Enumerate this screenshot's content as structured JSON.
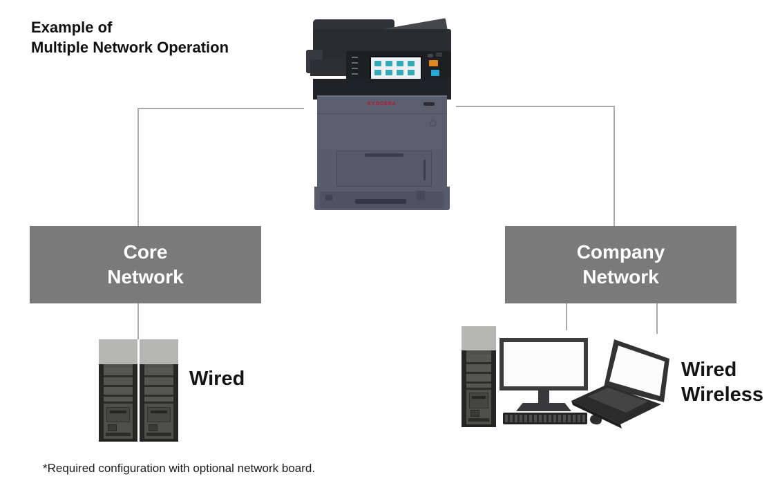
{
  "title": {
    "line1": "Example of",
    "line2": "Multiple Network Operation"
  },
  "printer": {
    "brand": "KYOCERA"
  },
  "core_network": {
    "line1": "Core",
    "line2": "Network"
  },
  "company_network": {
    "line1": "Company",
    "line2": "Network"
  },
  "left_label": "Wired",
  "right_labels": {
    "line1": "Wired",
    "line2": "Wireless"
  },
  "footnote": "*Required configuration with optional network board.",
  "colors": {
    "network_box_gray": "#7a7a7a",
    "connector_gray": "#a9a9a9",
    "brand_red": "#c8102e",
    "touchscreen_teal": "#35aab5",
    "panel_button_orange": "#e08a1e",
    "panel_button_cyan": "#29a8d8",
    "printer_body_slate": "#5a5f6e",
    "server_cap_gray": "#b6b6b4",
    "device_dark": "#2d2d2b"
  }
}
